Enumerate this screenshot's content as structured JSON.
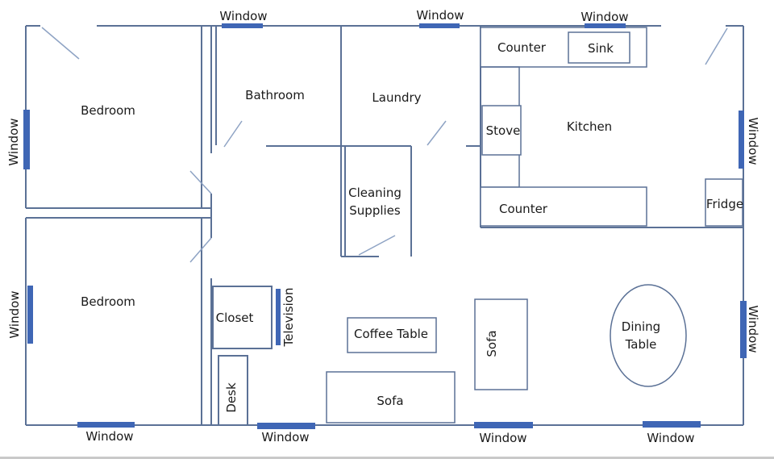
{
  "colors": {
    "wall": "#5b7196",
    "window": "#3f66b5",
    "door": "#8ea3c4",
    "furniture": "#5b7196"
  },
  "labels": {
    "window": "Window",
    "bedroom_top": "Bedroom",
    "bedroom_bottom": "Bedroom",
    "bathroom": "Bathroom",
    "laundry": "Laundry",
    "kitchen": "Kitchen",
    "counter_top": "Counter",
    "counter_bottom": "Counter",
    "sink": "Sink",
    "stove": "Stove",
    "fridge": "Fridge",
    "cleaning_supplies": "Cleaning Supplies",
    "closet": "Closet",
    "television": "Television",
    "desk": "Desk",
    "coffee_table": "Coffee Table",
    "sofa_bottom": "Sofa",
    "sofa_vertical": "Sofa",
    "dining_table": "Dining Table"
  }
}
